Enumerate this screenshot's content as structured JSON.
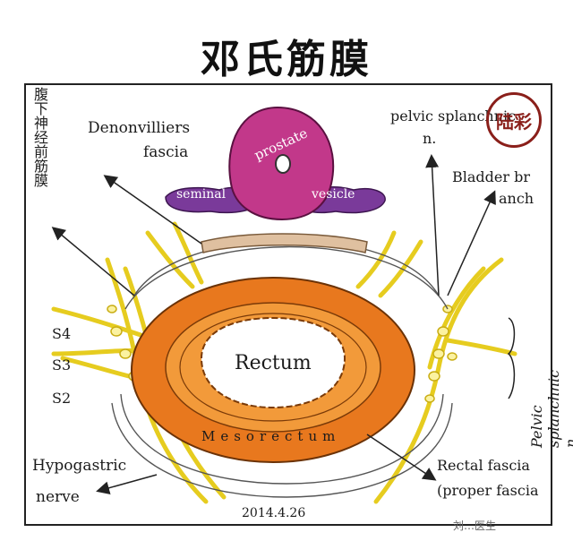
{
  "title": "邓氏筋膜",
  "labels": {
    "left_vertical": "腹下神经前筋膜",
    "denonvilliers_1": "Denonvilliers",
    "denonvilliers_2": "fascia",
    "prostate": "prostate",
    "seminal": "seminal",
    "vesicle": "vesicle",
    "pelvic_splanchnic_1": "pelvic splanchnic",
    "pelvic_splanchnic_2": "n.",
    "bladder_1": "Bladder br",
    "bladder_2": "anch",
    "pelvic_splanchnic_vertical": "Pelvic splanchnic n",
    "s4": "S4",
    "s3": "S3",
    "s2": "S2",
    "rectum": "Rectum",
    "mesorectum": "Mesorectum",
    "hypogastric_1": "Hypogastric",
    "hypogastric_2": "nerve",
    "rectal_fascia_1": "Rectal fascia",
    "rectal_fascia_2": "(proper fascia",
    "date": "2014.4.26"
  },
  "stamp_text": "陆彩",
  "watermark": "刘…医生",
  "colors": {
    "prostate": "#c2388a",
    "seminal": "#7a3a9a",
    "rectum_outer": "#e8781e",
    "rectum_inner": "#f29a3a",
    "nerve": "#f2df3a",
    "fascia": "#c9a27a",
    "stamp": "#8a1f1a"
  }
}
